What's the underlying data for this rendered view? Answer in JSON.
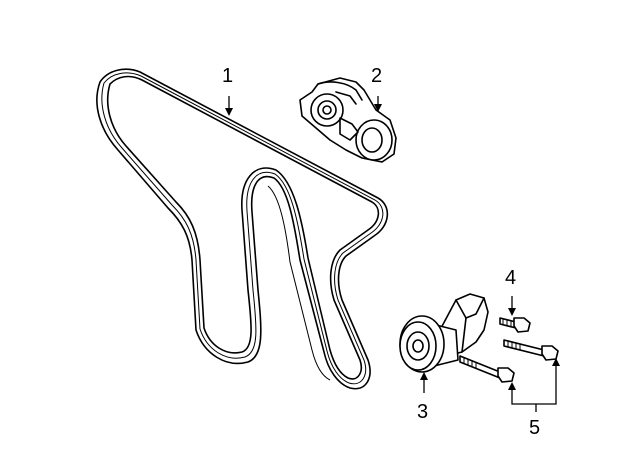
{
  "callouts": {
    "belt": "1",
    "tensioner": "2",
    "idler_pulley": "3",
    "bolt_small": "4",
    "bolts_long": "5"
  }
}
